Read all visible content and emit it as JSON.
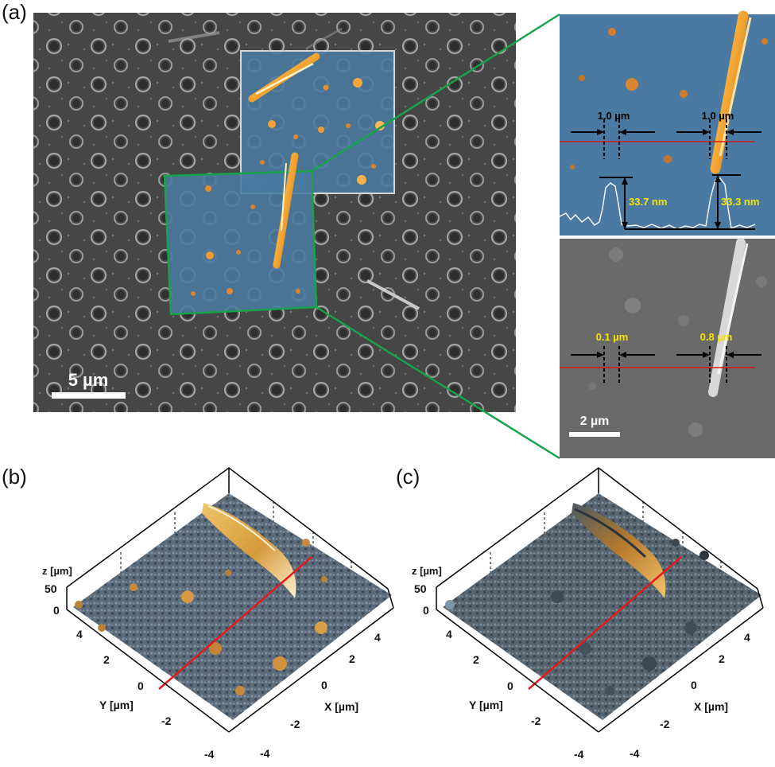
{
  "panels": {
    "a": {
      "label": "(a)"
    },
    "b": {
      "label": "(b)"
    },
    "c": {
      "label": "(c)"
    }
  },
  "panel_a": {
    "scalebar_label": "5 µm",
    "colors": {
      "zoom_link": "#17a34a",
      "afm_orange": "#e8901e",
      "afm_blue": "#3f6d93",
      "profile_line": "#d11a1a"
    }
  },
  "inset_afm": {
    "width_left": "1.0 µm",
    "width_right": "1.0 µm",
    "height_left": "33.7 nm",
    "height_right": "33.3 nm",
    "label_color": "#f4e400"
  },
  "inset_sem": {
    "width_left": "0.1 µm",
    "width_right": "0.8 µm",
    "scalebar_label": "2 µm"
  },
  "plot3d": {
    "z_label": "z [µm]",
    "z_ticks": [
      "50",
      "0"
    ],
    "y_label": "Y [µm]",
    "x_label": "X [µm]",
    "y_ticks": [
      "4",
      "2",
      "0",
      "-2",
      "-4"
    ],
    "x_ticks": [
      "4",
      "2",
      "0",
      "-2",
      "-4"
    ]
  }
}
